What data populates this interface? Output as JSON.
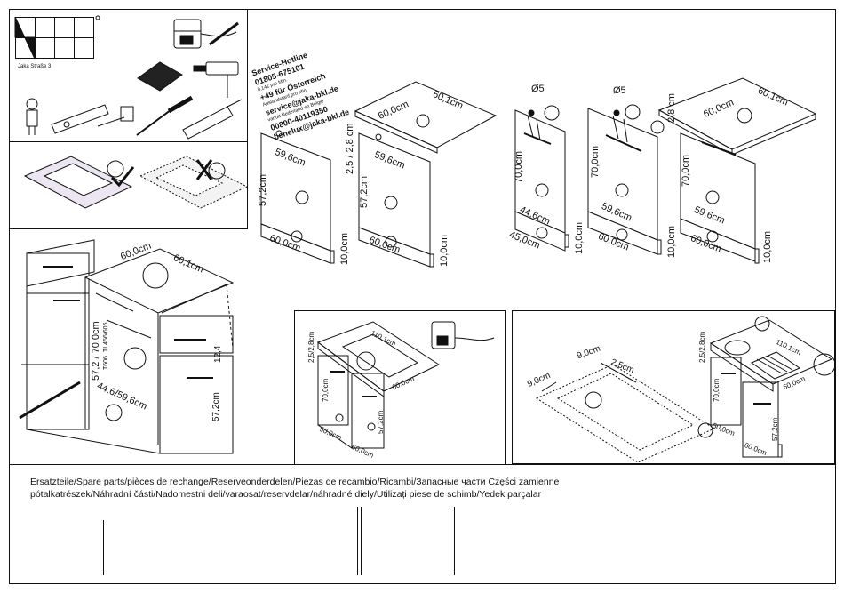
{
  "address_label": "Jaka Straße 3",
  "hotline": {
    "title": "Service-Hotline",
    "de_number": "01805-675101",
    "de_price": "0,14€ pro Min.",
    "at_label": "+49 für Österreich",
    "at_note": "Auslandstarif pro Min.",
    "service_email": "service@jaka-bkl.de",
    "benelux_note": "vanuit Nederland en België",
    "benelux_number": "00800-40119350",
    "benelux_email": "benelux@jaka-bkl.de"
  },
  "hob_cabinet_single": {
    "panel_width": "59,6cm",
    "panel_height": "57,2cm",
    "base_width": "60,0cm",
    "plinth_height": "10,0cm"
  },
  "hob_cabinet_topped": {
    "top_width": "60,0cm",
    "top_depth": "60,1cm",
    "top_thickness": "2,5 / 2,8 cm",
    "panel_width": "59,6cm",
    "panel_height": "57,2cm",
    "base_width": "60,0cm",
    "plinth_height": "10,0cm"
  },
  "dishwasher_45": {
    "hole": "Ø5",
    "panel_height": "70,0cm",
    "panel_width": "44,6cm",
    "base_width": "45,0cm",
    "plinth_height": "10,0cm"
  },
  "dishwasher_60": {
    "hole": "Ø5",
    "panel_height": "70,0cm",
    "panel_width": "59,6cm",
    "base_width": "60,0cm",
    "plinth_height": "10,0cm"
  },
  "dishwasher_60_topped": {
    "top_width": "60,0cm",
    "top_depth": "60,1cm",
    "top_thickness": "2,8 cm",
    "panel_height": "70,0cm",
    "panel_width": "59,6cm",
    "base_width": "60,0cm",
    "plinth_height": "10,0cm"
  },
  "kitchen_overview": {
    "top_width": "60,0cm",
    "top_depth": "60,1cm",
    "height": "57,2 / 70,0cm",
    "model_a": "TL456/606",
    "model_b": "T606",
    "width": "44,6/59,6cm",
    "side_gap": "12,4",
    "side_height": "57,2cm"
  },
  "hob_worktop_unit": {
    "thickness": "2,5/2,8cm",
    "width": "110,1cm",
    "depth": "60,0cm",
    "door_height": "70,0cm",
    "base_depth": "50,0cm",
    "side_height": "57,2cm",
    "base_width": "60,0cm"
  },
  "cutout": {
    "edge_a": "9,0cm",
    "edge_b": "9,0cm",
    "edge_c": "2,5cm"
  },
  "sink_worktop_unit": {
    "thickness": "2,5/2,8cm",
    "width": "110,1cm",
    "depth": "60,0cm",
    "door_height": "70,0cm",
    "base_depth": "50,0cm",
    "side_height": "57,2cm",
    "base_width": "60,0cm"
  },
  "spare_parts": {
    "line1": "Ersatzteile/Spare parts/pièces de rechange/Reserveonderdelen/Piezas de recambio/Ricambi/Запасные части Części zamienne",
    "line2": "pótalkatrészek/Náhradní části/Nadomestni deli/varaosat/reservdelar/náhradné diely/Utilizați piese de schimb/Yedek parçalar"
  }
}
